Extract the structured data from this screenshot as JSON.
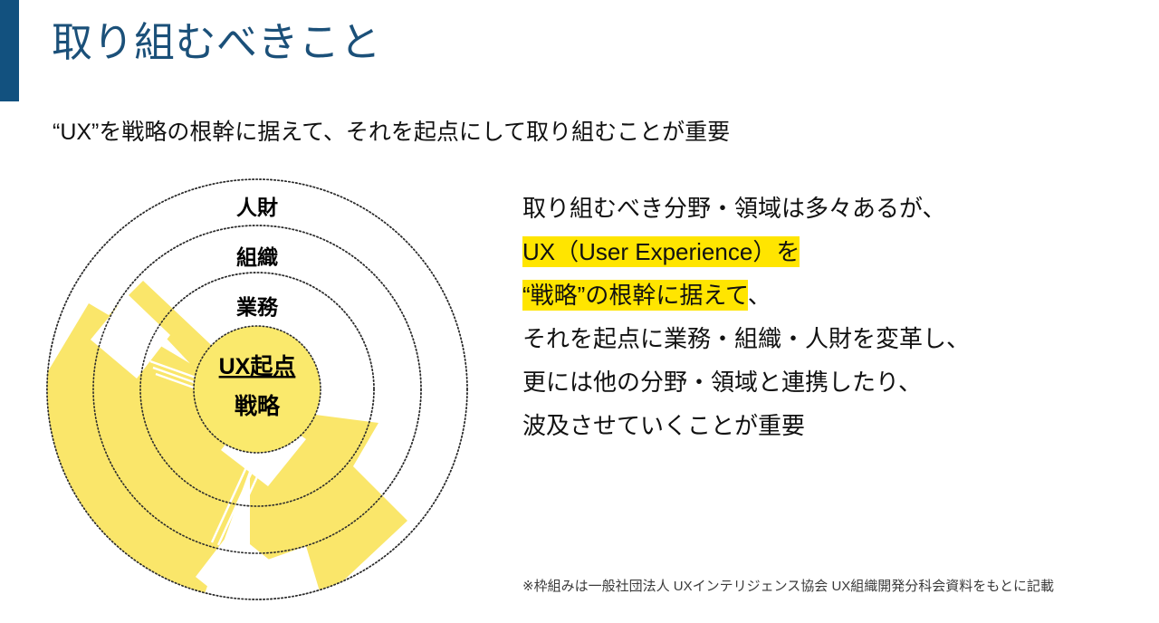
{
  "slide": {
    "title": "取り組むべきこと",
    "subtitle": "“UX”を戦略の根幹に据えて、それを起点にして取り組むことが重要",
    "accent_color": "#12517F",
    "title_color": "#1B5079",
    "highlight_color": "#FFE500",
    "core_fill_color": "#FAE96C",
    "arrow_color": "#FAE66A",
    "background_color": "#FFFFFF"
  },
  "diagram": {
    "name": "concentric-rings-ux-diagram",
    "rings": [
      {
        "label": "人財",
        "radius": 233,
        "style": "dotted"
      },
      {
        "label": "組織",
        "radius": 182,
        "style": "dotted"
      },
      {
        "label": "業務",
        "radius": 130,
        "style": "dotted"
      }
    ],
    "core": {
      "radius": 70,
      "line1": "UX起点",
      "line1_underlined": true,
      "line2": "戦略"
    },
    "arrow": {
      "name": "radiating-influence-arrow",
      "description": "yellow fan-shaped double arrow radiating outward from the core"
    }
  },
  "body": {
    "lines": [
      {
        "text": "取り組むべき分野・領域は多々あるが、",
        "highlight": false
      },
      {
        "text": "UX（User Experience）を",
        "highlight": true
      },
      {
        "text": "“戦略”の根幹に据えて、",
        "highlight": "partial",
        "highlight_text": "“戦略”の根幹に据えて",
        "tail_text": "、"
      },
      {
        "text": "それを起点に業務・組織・人財を変革し、",
        "highlight": false
      },
      {
        "text": "更には他の分野・領域と連携したり、",
        "highlight": false
      },
      {
        "text": "波及させていくことが重要",
        "highlight": false
      }
    ]
  },
  "footnote": {
    "text": "※枠組みは一般社団法人 UXインテリジェンス協会 UX組織開発分科会資料をもとに記載"
  }
}
